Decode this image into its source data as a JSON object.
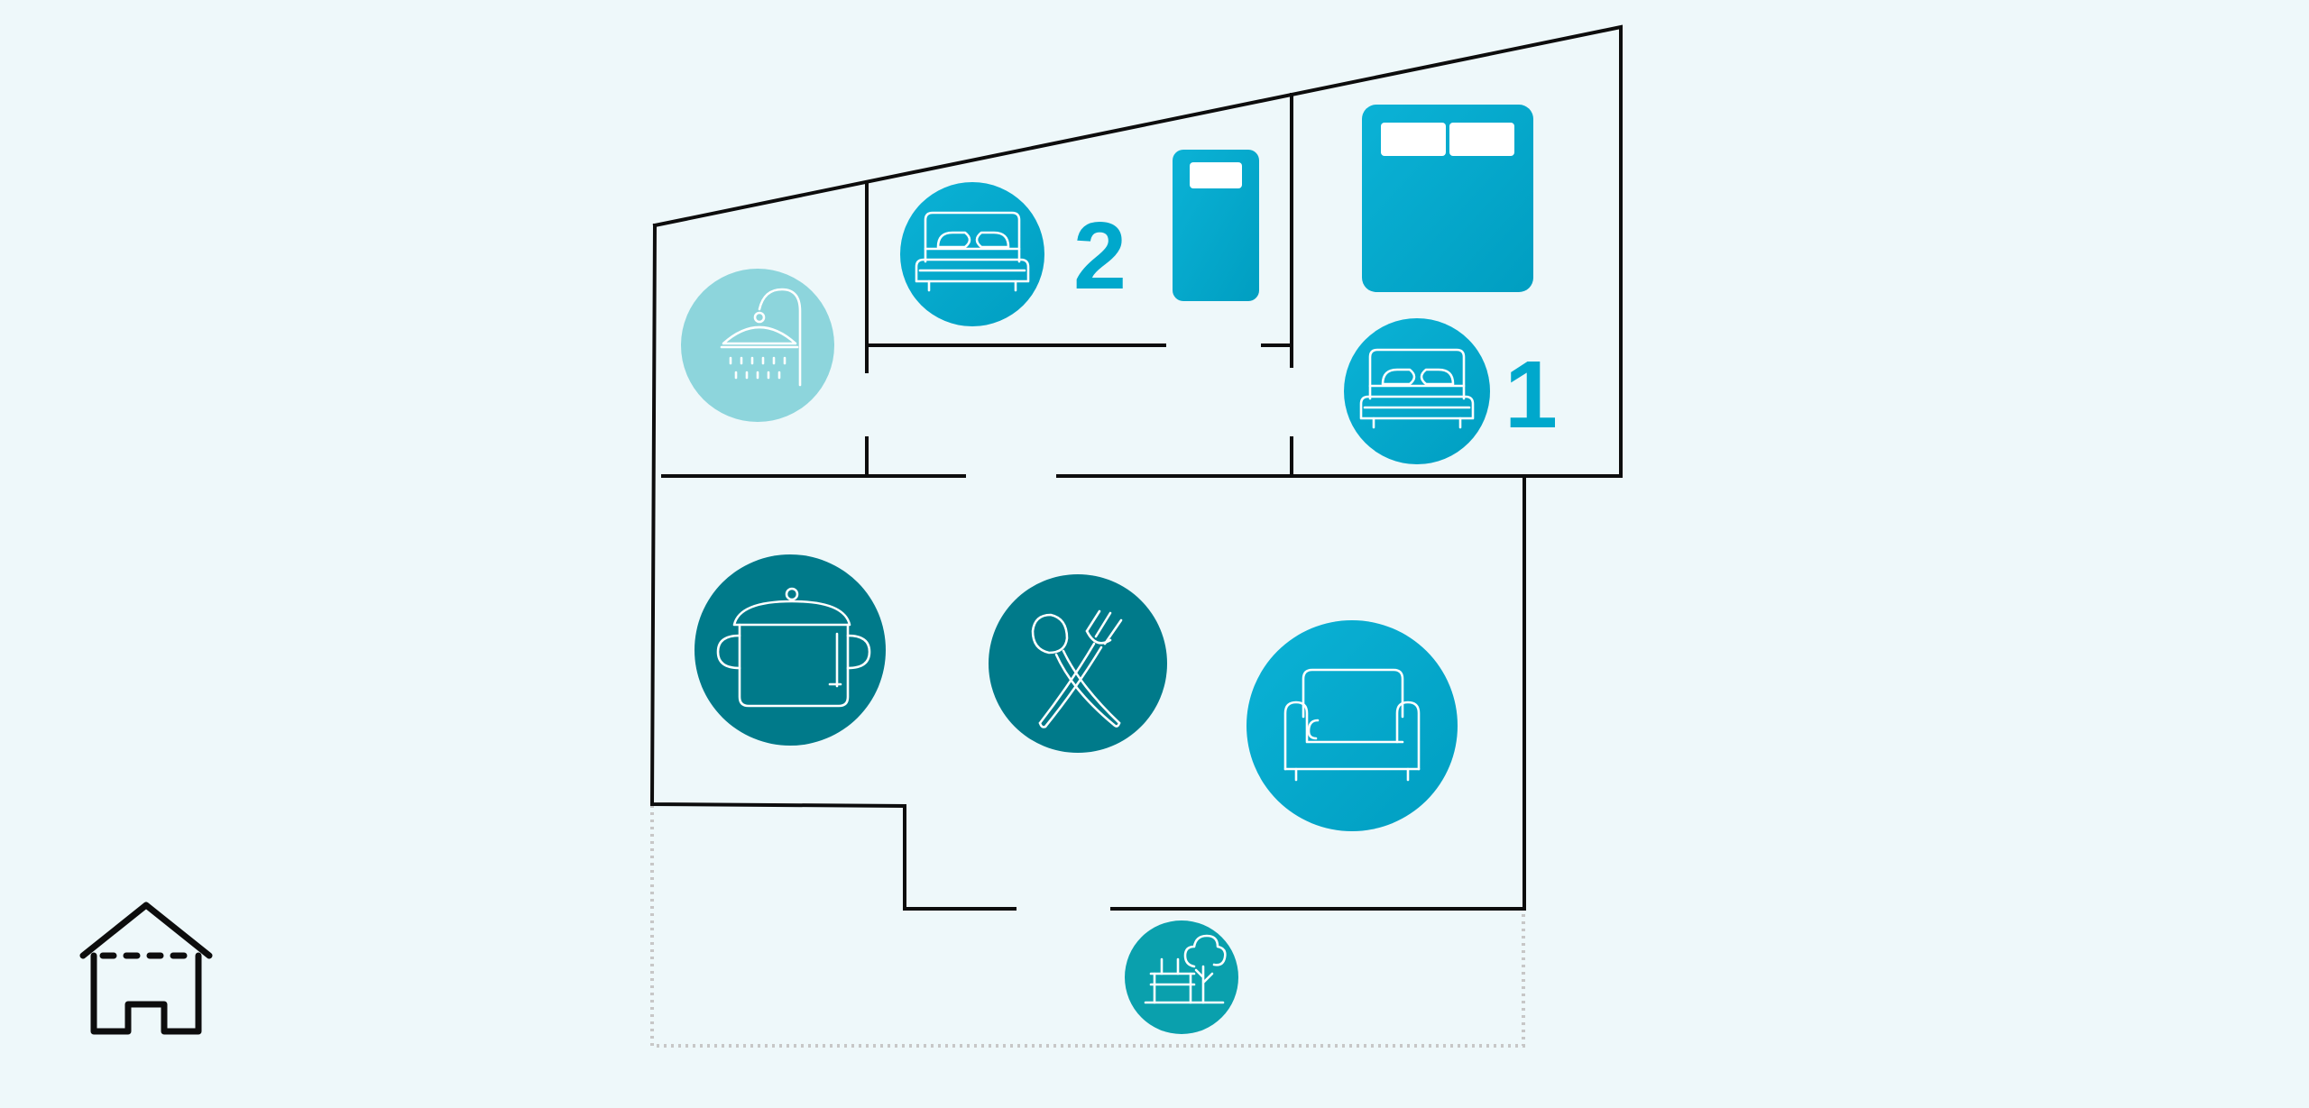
{
  "plan": {
    "rooms": [
      {
        "id": "bedroom-2",
        "label": "2",
        "icon": "bed-icon"
      },
      {
        "id": "bedroom-1",
        "label": "1",
        "icon": "bed-icon"
      },
      {
        "id": "bathroom",
        "icon": "shower-icon"
      },
      {
        "id": "kitchen",
        "icon": "cooking-pot-icon"
      },
      {
        "id": "dining",
        "icon": "fork-spoon-icon"
      },
      {
        "id": "living-room",
        "icon": "sofa-icon"
      },
      {
        "id": "terrace",
        "icon": "garden-bench-tree-icon"
      }
    ],
    "furniture": [
      "single-bed-icon",
      "double-bed-icon"
    ],
    "corner_icon": "house-icon"
  },
  "colors": {
    "background": "#eef8fa",
    "wall": "#0d0d0d",
    "bedroom": "#00a8cc",
    "bathroom": "#8dd5dc",
    "kitchen": "#007a8a",
    "terrace_badge": "#0aa0ad",
    "terrace_line": "#c7c7c7"
  }
}
